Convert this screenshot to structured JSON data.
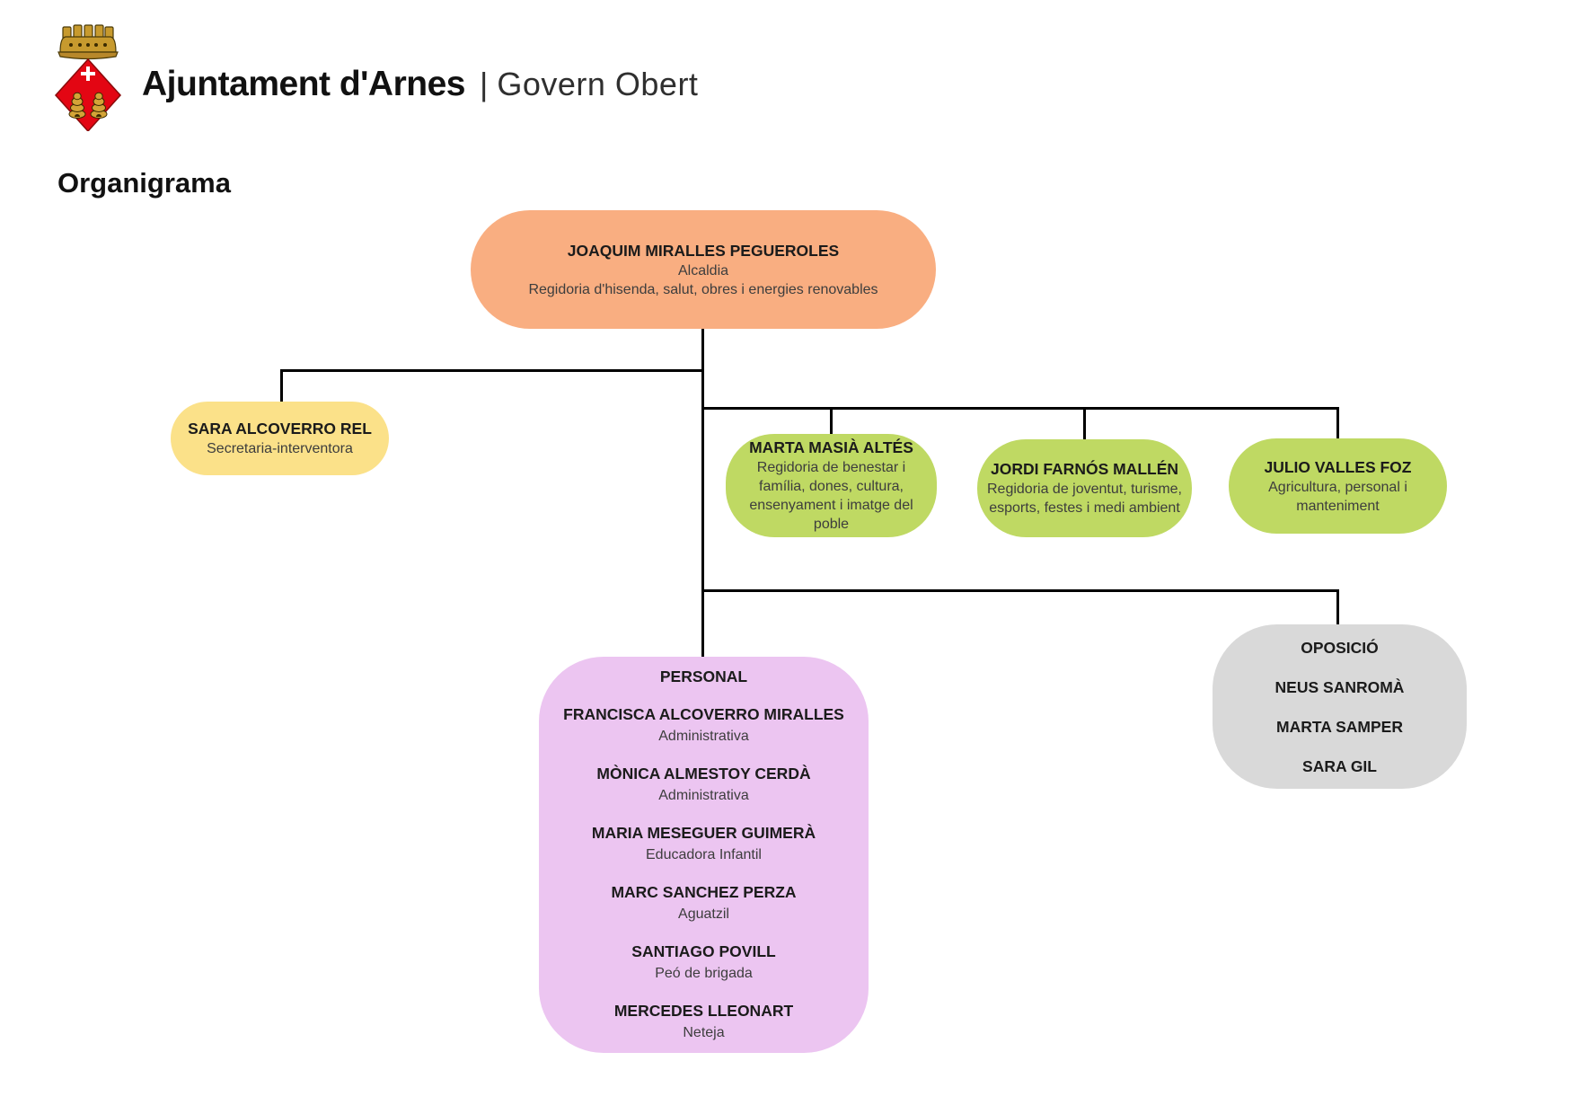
{
  "header": {
    "title": "Ajuntament d'Arnes",
    "separator": "|",
    "subtitle": "Govern Obert",
    "logo_icon": "arnes-coat-of-arms"
  },
  "page_title": "Organigrama",
  "colors": {
    "alcaldia": "#F9AE81",
    "secretaria": "#FBE189",
    "regidors": "#BFD963",
    "personal": "#ECC5F1",
    "oposicio": "#D9D9D9",
    "connector": "#000000"
  },
  "chart_data": {
    "type": "org-chart",
    "root": {
      "name": "JOAQUIM MIRALLES PEGUEROLES",
      "role": "Alcaldia",
      "detail": "Regidoria d'hisenda, salut, obres i energies renovables"
    },
    "secretaria": {
      "name": "SARA ALCOVERRO REL",
      "role": "Secretaria-interventora"
    },
    "regidors": [
      {
        "name": "MARTA MASIÀ ALTÉS",
        "role": "Regidoria de benestar i família, dones, cultura, ensenyament i imatge del poble"
      },
      {
        "name": "JORDI FARNÓS MALLÉN",
        "role": "Regidoria de joventut, turisme, esports, festes i medi ambient"
      },
      {
        "name": "JULIO VALLES FOZ",
        "role": "Agricultura, personal i manteniment"
      }
    ],
    "personal": {
      "title": "PERSONAL",
      "members": [
        {
          "name": "FRANCISCA ALCOVERRO MIRALLES",
          "role": "Administrativa"
        },
        {
          "name": "MÒNICA ALMESTOY CERDÀ",
          "role": "Administrativa"
        },
        {
          "name": "MARIA MESEGUER GUIMERÀ",
          "role": "Educadora Infantil"
        },
        {
          "name": "MARC SANCHEZ PERZA",
          "role": "Aguatzil"
        },
        {
          "name": "SANTIAGO POVILL",
          "role": "Peó de brigada"
        },
        {
          "name": "MERCEDES LLEONART",
          "role": "Neteja"
        }
      ]
    },
    "oposicio": {
      "title": "OPOSICIÓ",
      "members": [
        {
          "name": "NEUS SANROMÀ"
        },
        {
          "name": "MARTA SAMPER"
        },
        {
          "name": "SARA GIL"
        }
      ]
    }
  }
}
